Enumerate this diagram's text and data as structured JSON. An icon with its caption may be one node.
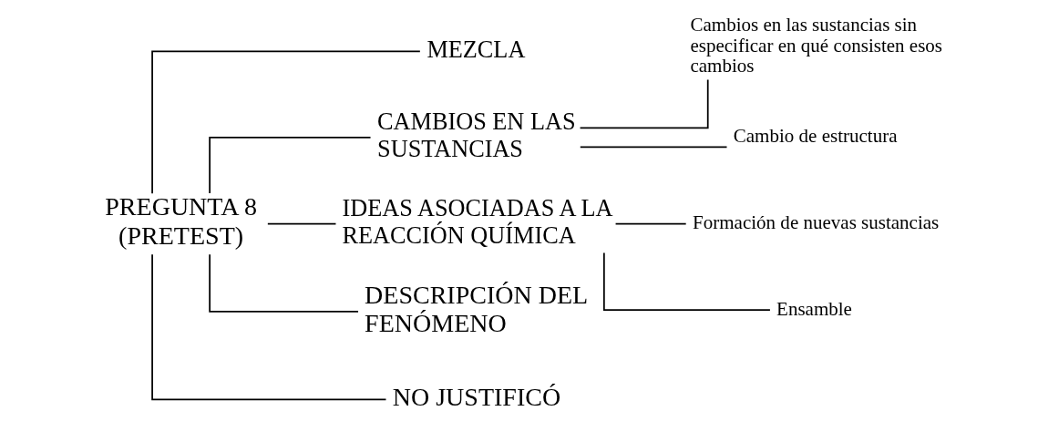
{
  "diagram": {
    "nodes": [
      {
        "text": [
          "PREGUNTA 8 (PRETEST)"
        ]
      },
      {
        "text": [
          "MEZCLA"
        ]
      },
      {
        "text": [
          "CAMBIOS EN LAS SUSTANCIAS"
        ]
      },
      {
        "text": [
          "Cambios en las sustancias sin especificar en qué consisten esos cambios"
        ]
      },
      {
        "text": [
          "Cambio de estructura"
        ]
      },
      {
        "text": [
          "IDEAS ASOCIADAS A LA REACCIÓN QUÍMICA"
        ]
      },
      {
        "text": [
          "Formación de nuevas sustancias"
        ]
      },
      {
        "text": [
          "Ensamble"
        ]
      },
      {
        "text": [
          "DESCRIPCIÓN DEL FENÓMENO"
        ]
      },
      {
        "text": [
          "NO JUSTIFICÓ"
        ]
      }
    ],
    "edges": [
      {
        "from": 0,
        "to": 1,
        "arrow": "none"
      },
      {
        "from": 0,
        "to": 2,
        "arrow": "none"
      },
      {
        "from": 2,
        "to": 3,
        "arrow": "none"
      },
      {
        "from": 2,
        "to": 4,
        "arrow": "none"
      },
      {
        "from": 0,
        "to": 5,
        "arrow": "none"
      },
      {
        "from": 5,
        "to": 6,
        "arrow": "none"
      },
      {
        "from": 5,
        "to": 7,
        "arrow": "none"
      },
      {
        "from": 0,
        "to": 8,
        "arrow": "none"
      },
      {
        "from": 0,
        "to": 9,
        "arrow": "none"
      }
    ]
  }
}
